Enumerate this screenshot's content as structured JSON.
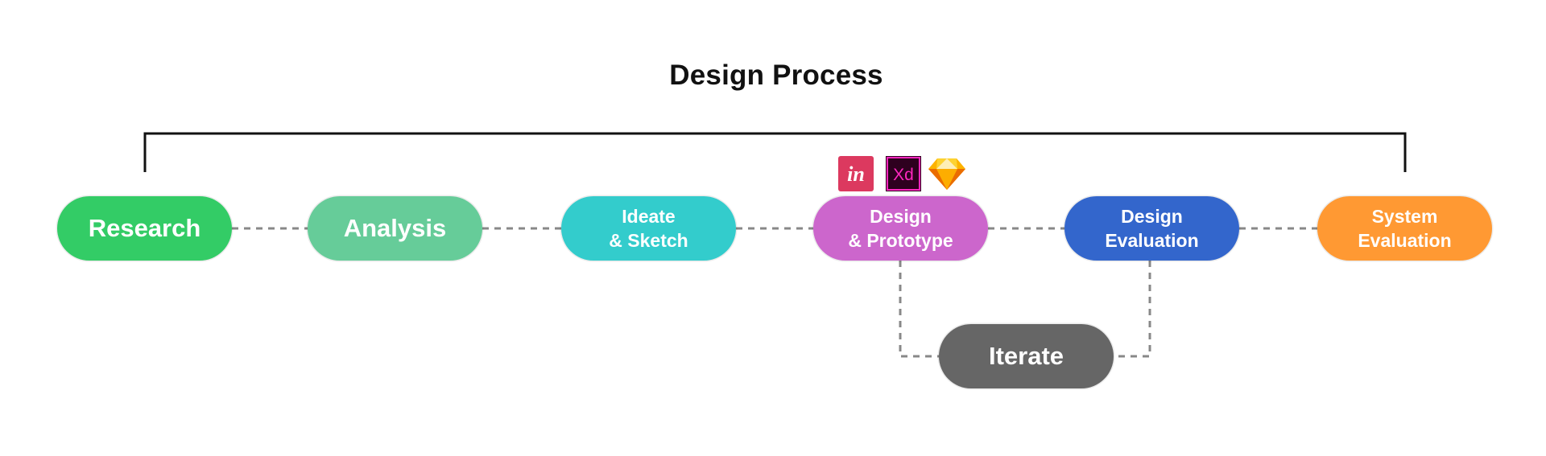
{
  "title": "Design Process",
  "colors": {
    "research": "#33CC66",
    "analysis": "#66CC99",
    "ideate": "#33CCCC",
    "design_prototype": "#CC66CC",
    "design_evaluation": "#3366CC",
    "system_evaluation": "#FF9933",
    "iterate": "#666666",
    "connector": "#888888",
    "bracket": "#111111"
  },
  "steps": [
    {
      "id": "research",
      "label": "Research"
    },
    {
      "id": "analysis",
      "label": "Analysis"
    },
    {
      "id": "ideate",
      "label": "Ideate\n& Sketch"
    },
    {
      "id": "design_prototype",
      "label": "Design\n& Prototype"
    },
    {
      "id": "design_evaluation",
      "label": "Design\nEvaluation"
    },
    {
      "id": "system_evaluation",
      "label": "System\nEvaluation"
    }
  ],
  "loop": {
    "label": "Iterate"
  },
  "tools": [
    {
      "name": "invision-icon",
      "text": "in"
    },
    {
      "name": "adobe-xd-icon",
      "text": "Xd"
    },
    {
      "name": "sketch-icon",
      "text": ""
    }
  ]
}
